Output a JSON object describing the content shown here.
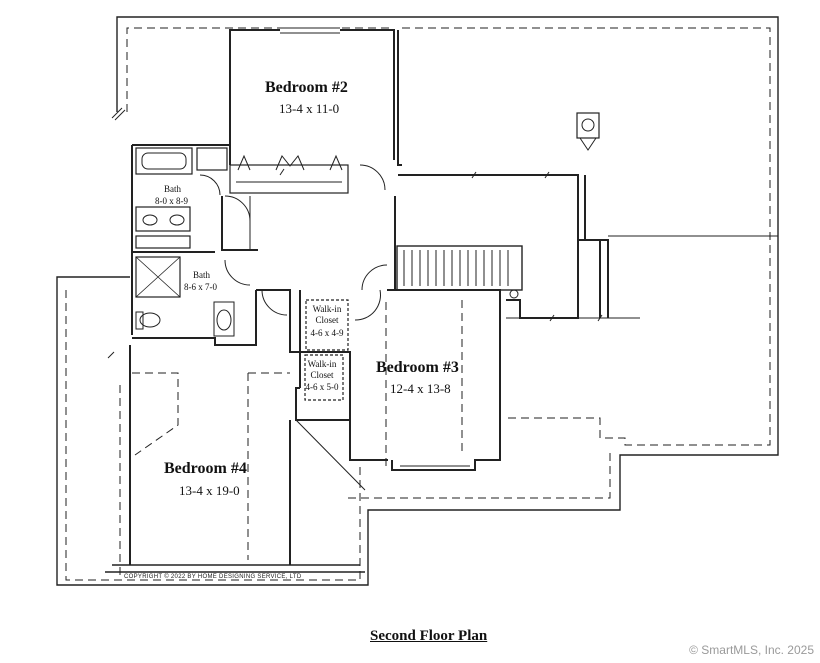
{
  "rooms": {
    "bedroom2": {
      "name": "Bedroom #2",
      "dims": "13-4 x 11-0"
    },
    "bedroom3": {
      "name": "Bedroom #3",
      "dims": "12-4 x 13-8"
    },
    "bedroom4": {
      "name": "Bedroom #4",
      "dims": "13-4 x 19-0"
    },
    "bath1": {
      "name": "Bath",
      "dims": "8-0 x 8-9"
    },
    "bath2": {
      "name": "Bath",
      "dims": "8-6 x 7-0"
    },
    "closet1": {
      "name": "Walk-in Closet",
      "dims": "4-6 x 4-9"
    },
    "closet2": {
      "name": "Walk-in Closet",
      "dims": "4-6 x 5-0"
    }
  },
  "copyright_note": "COPYRIGHT © 2022 BY HOME DESIGNING SERVICE, LTD",
  "plan_title": "Second Floor Plan",
  "watermark": "© SmartMLS, Inc. 2025"
}
